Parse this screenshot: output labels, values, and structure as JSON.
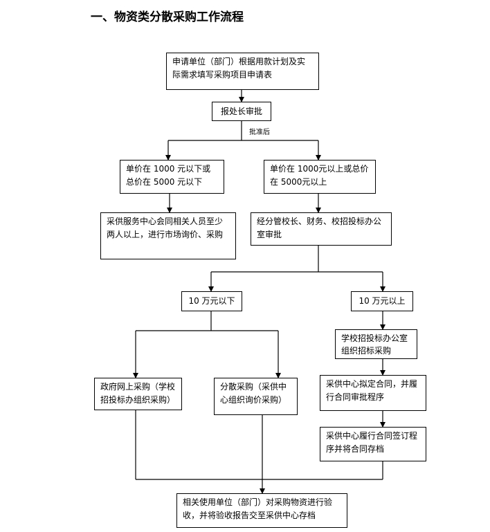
{
  "title": "一、物资类分散采购工作流程",
  "nodes": {
    "apply": "申请单位（部门）根据用款计划及实际需求填写采购项目申请表",
    "head_approval": "报处长审批",
    "approved_note": "批准后",
    "low_price": "单价在 1000 元以下或总价在 5000 元以下",
    "high_price": "单价在 1000元以上或总价在 5000元以上",
    "service_center_inquiry": "采供服务中心会同相关人员至少两人以上，进行市场询价、采购",
    "leader_approval": "经分管校长、财务、校招投标办公室审批",
    "below_100k": "10 万元以下",
    "above_100k": "10 万元以上",
    "bidding_office_tender": "学校招投标办公室组织招标采购",
    "gov_online": "政府网上采购（学校招投标办组织采购）",
    "dispersed_purchase": "分散采购（采供中心组织询价采购）",
    "draft_contract": "采供中心拟定合同，并履行合同审批程序",
    "sign_contract": "采供中心履行合同签订程序并将合同存档",
    "acceptance": "相关使用单位（部门）对采购物资进行验收，并将验收报告交至采供中心存档"
  }
}
